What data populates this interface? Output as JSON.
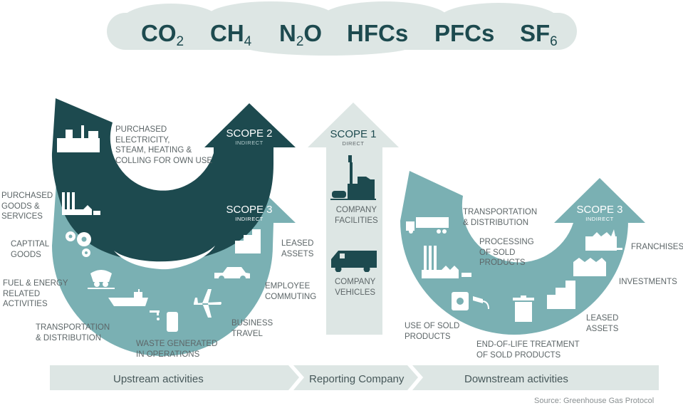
{
  "colors": {
    "dark": "#1d4a4f",
    "light": "#7ab0b3",
    "pale": "#dde6e4",
    "text": "#5d6668"
  },
  "gases": [
    {
      "base": "CO",
      "sub": "2"
    },
    {
      "base": "CH",
      "sub": "4"
    },
    {
      "base": "N",
      "sub": "2",
      "suffix": "O"
    },
    {
      "base": "HFCs"
    },
    {
      "base": "PFCs"
    },
    {
      "base": "SF",
      "sub": "6"
    }
  ],
  "scopes": {
    "scope2": {
      "title": "SCOPE 2",
      "type": "INDIRECT"
    },
    "scope1": {
      "title": "SCOPE 1",
      "type": "DIRECT"
    },
    "scope3_up": {
      "title": "SCOPE 3",
      "type": "INDIRECT"
    },
    "scope3_down": {
      "title": "SCOPE 3",
      "type": "INDIRECT"
    }
  },
  "scope2_items": {
    "electricity": "PURCHASED\nELECTRICITY,\nSTEAM, HEATING &\nCOLLING FOR OWN USE"
  },
  "scope1_items": {
    "facilities": "COMPANY\nFACILITIES",
    "vehicles": "COMPANY\nVEHICLES"
  },
  "upstream_items": {
    "purchased_goods": "PURCHASED\nGOODS &\nSERVICES",
    "capital_goods": "CAPTITAL\nGOODS",
    "fuel_energy": "FUEL & ENERGY\nRELATED\nACTIVITIES",
    "transport": "TRANSPORTATION\n& DISTRIBUTION",
    "waste": "WASTE GENERATED\nIN OPERATIONS",
    "business_travel": "BUSINESS\nTRAVEL",
    "commuting": "EMPLOYEE\nCOMMUTING",
    "leased": "LEASED\nASSETS"
  },
  "downstream_items": {
    "transport": "TRANSPORTATION\n& DISTRIBUTION",
    "processing": "PROCESSING\nOF SOLD\nPRODUCTS",
    "use": "USE OF SOLD\nPRODUCTS",
    "end_of_life": "END-OF-LIFE TREATMENT\nOF SOLD PRODUCTS",
    "leased": "LEASED\nASSETS",
    "investments": "INVESTMENTS",
    "franchises": "FRANCHISES"
  },
  "bottom_bar": {
    "upstream": "Upstream activities",
    "reporting": "Reporting Company",
    "downstream": "Downstream activities"
  },
  "source": "Source: Greenhouse Gas Protocol"
}
